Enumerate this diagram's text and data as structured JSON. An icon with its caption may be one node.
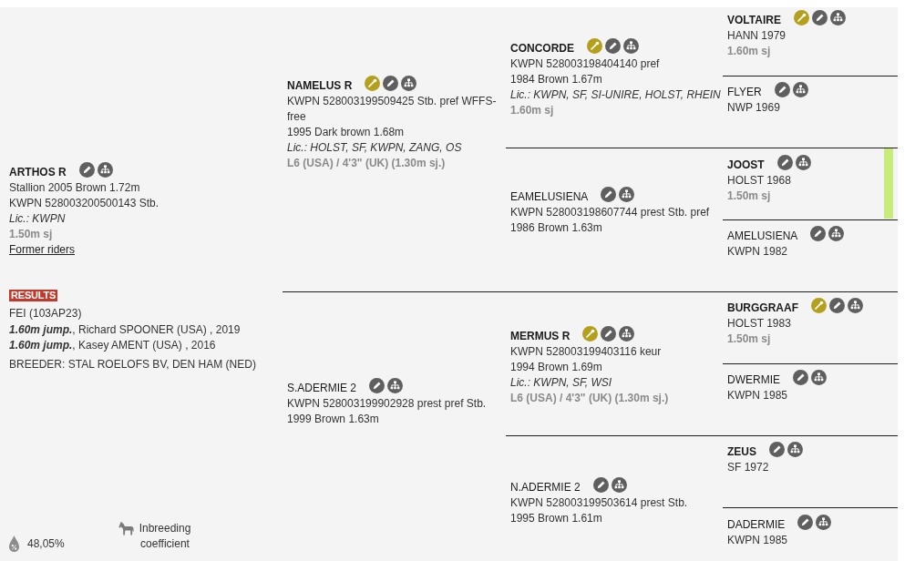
{
  "diagram": {
    "nodes": [
      {
        "text": [
          "ARTHOS R",
          "Stallion 2005 Brown 1.72m",
          "KWPN 528003200500143 Stb.",
          "Lic.: KWPN",
          "1.50m sj",
          "Former riders"
        ]
      },
      {
        "text": [
          "NAMELUS R",
          "KWPN 528003199509425 Stb. pref WFFS-free",
          "1995 Dark brown 1.68m",
          "Lic.: HOLST, SF, KWPN, ZANG, OS",
          "L6 (USA) / 4'3\" (UK) (1.30m sj.)"
        ]
      },
      {
        "text": [
          "CONCORDE",
          "KWPN 528003198404140 pref",
          "1984 Brown 1.67m",
          "Lic.: KWPN, SF, SI-UNIRE, HOLST, RHEIN",
          "1.60m sj"
        ]
      },
      {
        "text": [
          "VOLTAIRE",
          "HANN 1979",
          "1.60m sj"
        ]
      },
      {
        "text": [
          "FLYER",
          "NWP 1969"
        ]
      },
      {
        "text": [
          "EAMELUSIENA",
          "KWPN 528003198607744 prest Stb. pref",
          "1986 Brown 1.63m"
        ]
      },
      {
        "text": [
          "JOOST",
          "HOLST 1968",
          "1.50m sj"
        ]
      },
      {
        "text": [
          "AMELUSIENA",
          "KWPN 1982"
        ]
      },
      {
        "text": [
          "S.ADERMIE 2",
          "KWPN 528003199902928 prest pref Stb.",
          "1999 Brown 1.63m"
        ]
      },
      {
        "text": [
          "MERMUS R",
          "KWPN 528003199403116 keur",
          "1994 Brown 1.69m",
          "Lic.: KWPN, SF, WSI",
          "L6 (USA) / 4'3\" (UK) (1.30m sj.)"
        ]
      },
      {
        "text": [
          "BURGGRAAF",
          "HOLST 1983",
          "1.50m sj"
        ]
      },
      {
        "text": [
          "DWERMIE",
          "KWPN 1985"
        ]
      },
      {
        "text": [
          "N.ADERMIE 2",
          "KWPN 528003199503614 prest Stb.",
          "1995 Brown 1.61m"
        ]
      },
      {
        "text": [
          "ZEUS",
          "SF 1972"
        ]
      },
      {
        "text": [
          "DADERMIE",
          "KWPN 1985"
        ]
      }
    ],
    "labels": [
      "RESULTS",
      "FEI (103AP23)",
      "**1.60m jump.**, Richard SPOONER (USA) , 2019",
      "**1.60m jump.**, Kasey AMENT (USA) , 2016",
      "BREEDER: STAL ROELOFS BV, DEN HAM (NED)",
      "48,05%",
      "Inbreeding coefficient"
    ]
  }
}
